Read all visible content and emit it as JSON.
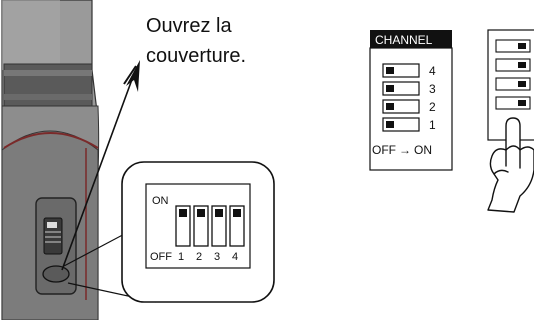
{
  "callout": {
    "line1": "Ouvrez la",
    "line2": "couverture."
  },
  "zoom_panel": {
    "on_label": "ON",
    "off_label": "OFF",
    "switch_numbers": [
      "1",
      "2",
      "3",
      "4"
    ]
  },
  "channel_panel": {
    "title": "CHANNEL",
    "rows": [
      "4",
      "3",
      "2",
      "1"
    ],
    "footer_off": "OFF",
    "footer_arrow": "→",
    "footer_on": "ON"
  },
  "icons": {
    "device": "microphone-transmitter-body",
    "pointer": "pointing-hand-icon",
    "arrow": "arrow-pointer-icon"
  },
  "colors": {
    "device_body": "#8f8f8f",
    "device_dark": "#4d4d4d",
    "device_accent": "#7a2a2a",
    "line": "#111111",
    "panel_header": "#111111"
  }
}
